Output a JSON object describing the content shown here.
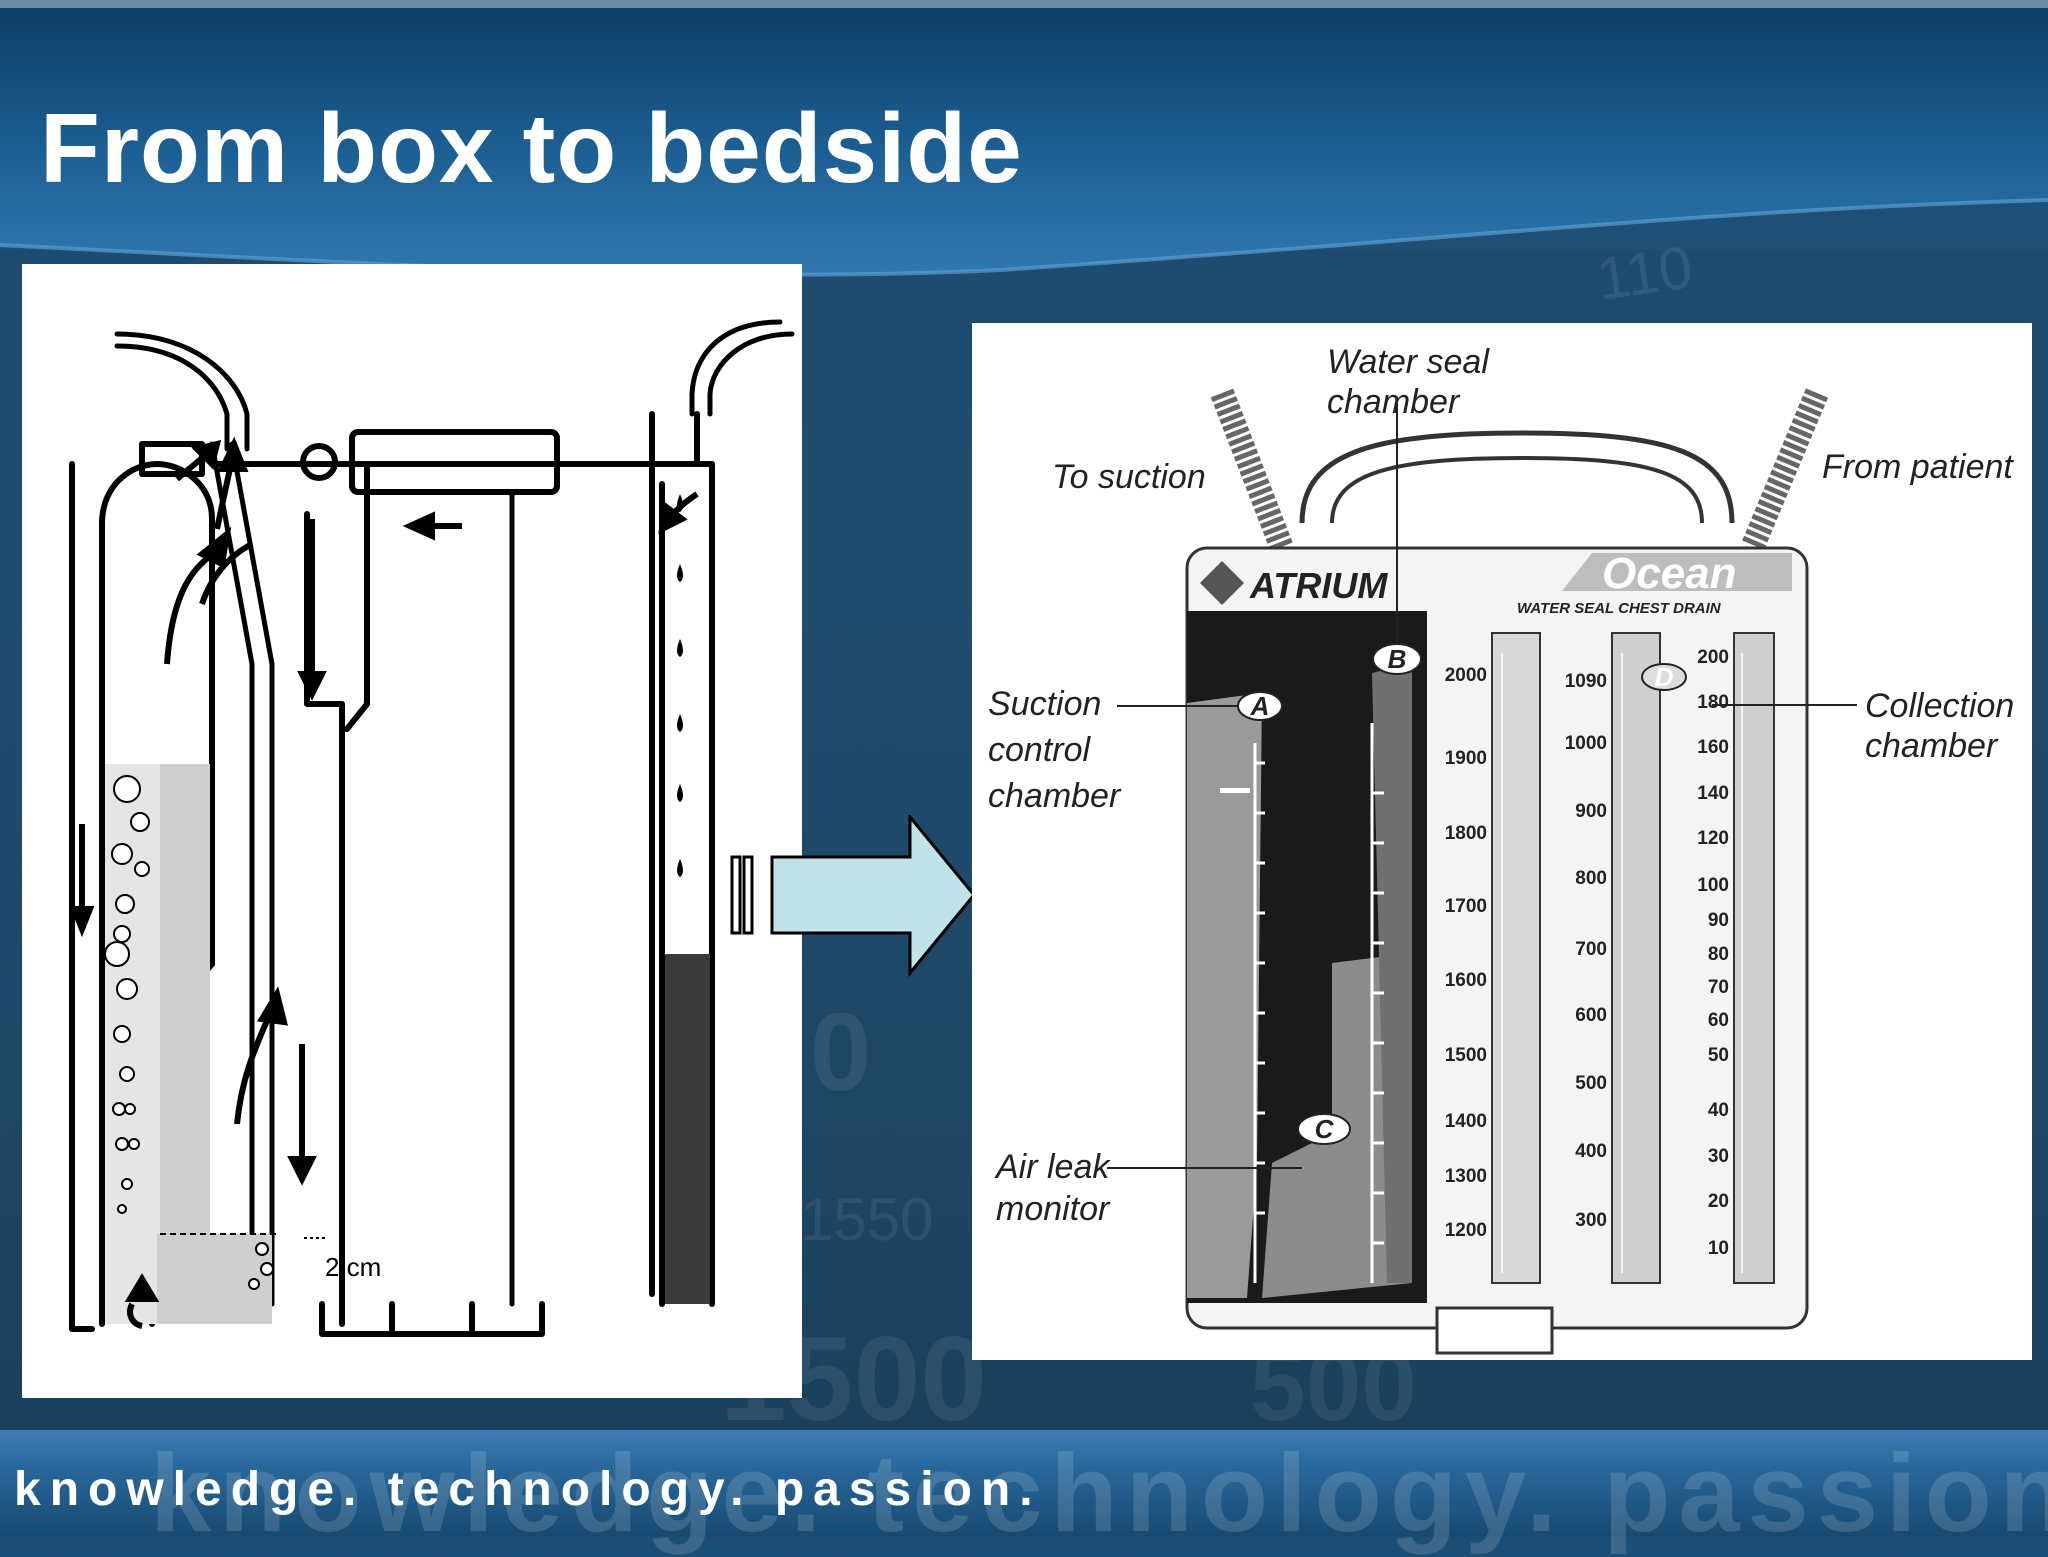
{
  "slide": {
    "title": "From box to bedside",
    "tagline": "knowledge.  technology.  passion.",
    "tagline_ghost": "knowledge. technology. passion."
  },
  "left_diagram": {
    "measure_label": "2 cm"
  },
  "right_diagram": {
    "brand": "ATRIUM",
    "product": "Ocean",
    "product_sub": "WATER SEAL CHEST DRAIN",
    "labels": {
      "water_seal": [
        "Water seal",
        "chamber"
      ],
      "to_suction": "To suction",
      "from_patient": "From patient",
      "suction_control": [
        "Suction",
        "control",
        "chamber"
      ],
      "collection": [
        "Collection",
        "chamber"
      ],
      "air_leak": [
        "Air leak",
        "monitor"
      ]
    },
    "markers": [
      "A",
      "B",
      "C",
      "D"
    ],
    "scale_1": [
      "2000",
      "1900",
      "1800",
      "1700",
      "1600",
      "1500",
      "1400",
      "1300",
      "1200"
    ],
    "scale_2": [
      "1090",
      "1000",
      "900",
      "800",
      "700",
      "600",
      "500",
      "400",
      "300"
    ],
    "scale_3": [
      "200",
      "180",
      "160",
      "140",
      "120",
      "100",
      "90",
      "80",
      "70",
      "60",
      "50",
      "40",
      "30",
      "20",
      "10"
    ]
  },
  "colors": {
    "background": "#1f4a6e",
    "arrow_fill": "#bfe3e8",
    "liquid_dark": "#3a3a3a",
    "liquid_light": "#d0d0d0"
  }
}
